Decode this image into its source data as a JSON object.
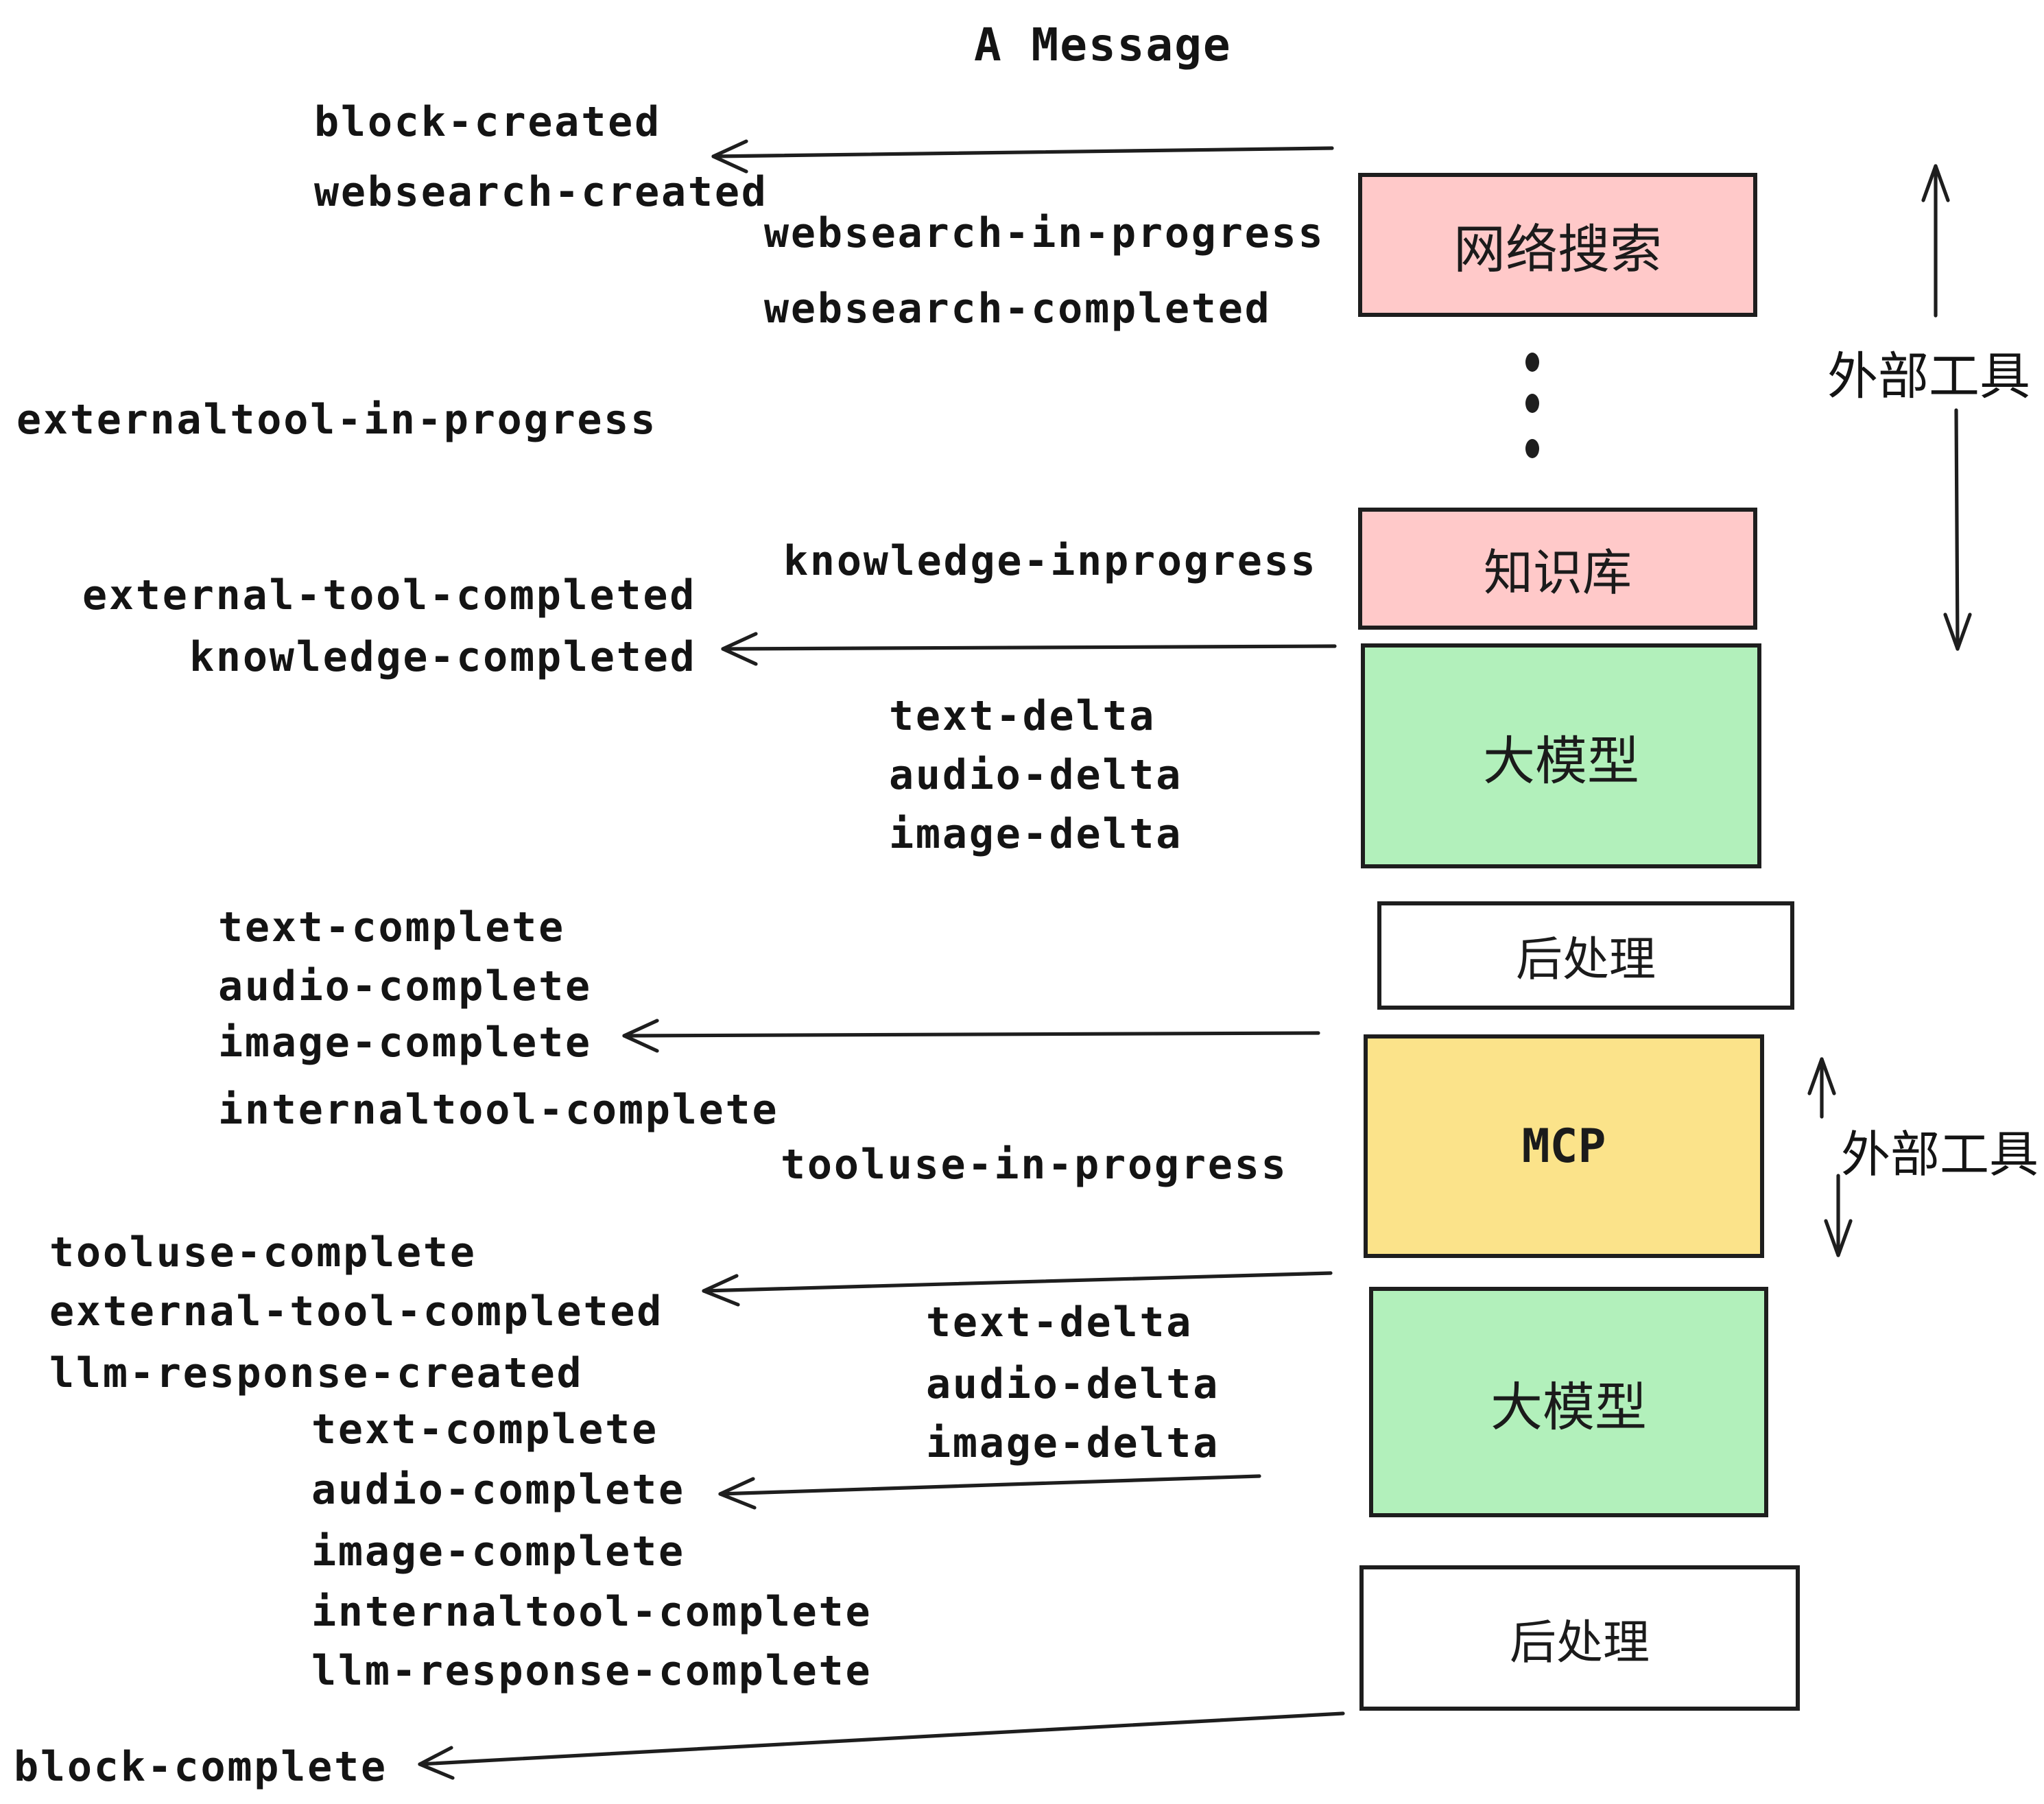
{
  "title": "A Message",
  "colors": {
    "pink": "#ffc9c9",
    "green": "#b2f0bb",
    "yellow": "#fbe38a",
    "white": "#ffffff",
    "line": "#1e1e1e"
  },
  "boxes": {
    "websearch": {
      "label": "网络搜索"
    },
    "knowledge": {
      "label": "知识库"
    },
    "llm1": {
      "label": "大模型"
    },
    "post1": {
      "label": "后处理"
    },
    "mcp": {
      "label": "MCP"
    },
    "llm2": {
      "label": "大模型"
    },
    "post2": {
      "label": "后处理"
    }
  },
  "annotations": {
    "external_tools_top": "外部工具",
    "external_tools_mid": "外部工具"
  },
  "events": {
    "block_created": "block-created",
    "websearch_created": "websearch-created",
    "websearch_in_progress": "websearch-in-progress",
    "websearch_completed": "websearch-completed",
    "externaltool_in_progress": "externaltool-in-progress",
    "knowledge_inprogress": "knowledge-inprogress",
    "external_tool_completed_1": "external-tool-completed",
    "knowledge_completed": "knowledge-completed",
    "text_delta_1": "text-delta",
    "audio_delta_1": "audio-delta",
    "image_delta_1": "image-delta",
    "text_complete_1": "text-complete",
    "audio_complete_1": "audio-complete",
    "image_complete_1": "image-complete",
    "internaltool_complete_1": "internaltool-complete",
    "tooluse_in_progress": "tooluse-in-progress",
    "tooluse_complete": "tooluse-complete",
    "external_tool_completed_2": "external-tool-completed",
    "llm_response_created": "llm-response-created",
    "text_delta_2": "text-delta",
    "audio_delta_2": "audio-delta",
    "image_delta_2": "image-delta",
    "text_complete_2": "text-complete",
    "audio_complete_2": "audio-complete",
    "image_complete_2": "image-complete",
    "internaltool_complete_2": "internaltool-complete",
    "llm_response_complete": "llm-response-complete",
    "block_complete": "block-complete"
  }
}
